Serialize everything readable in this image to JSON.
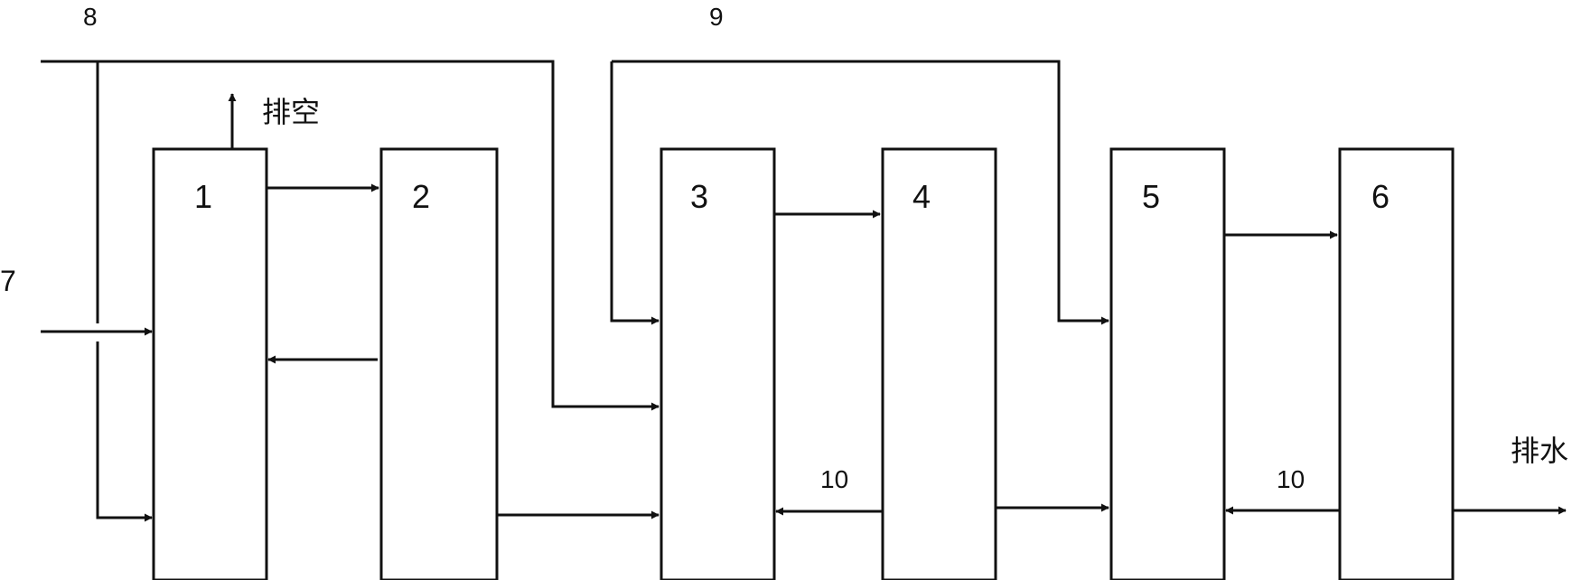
{
  "units": [
    "1",
    "2",
    "3",
    "4",
    "5",
    "6"
  ],
  "stream_labels": {
    "feed": "7",
    "bypass_top_left": "8",
    "bypass_top_right": "9",
    "return_3_4": "10",
    "return_5_6": "10"
  },
  "outlets": {
    "vent": "排空",
    "drain": "排水"
  }
}
